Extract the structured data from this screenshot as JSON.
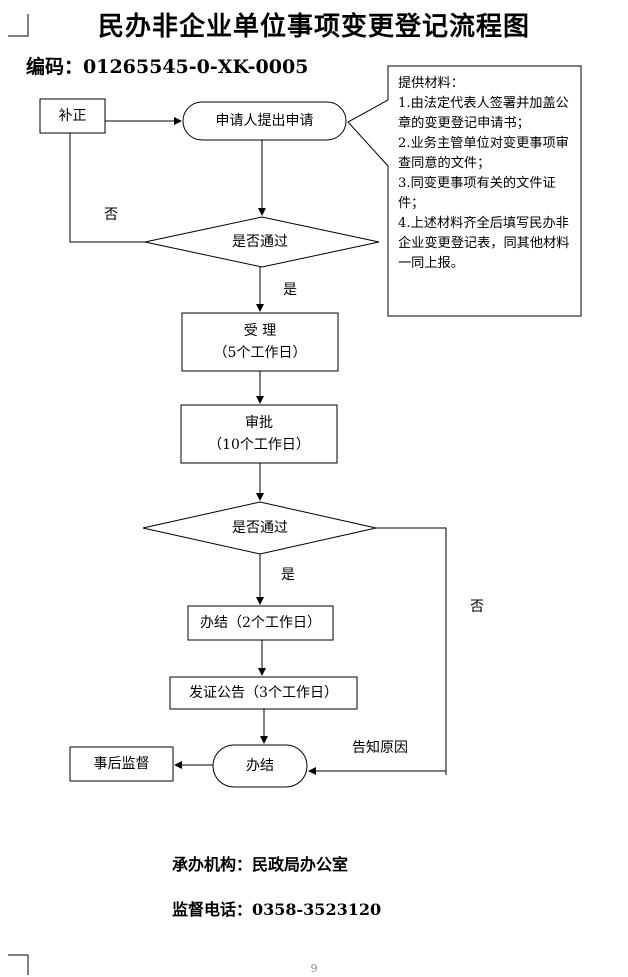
{
  "title": "民办非企业单位事项变更登记流程图",
  "code": "编码：01265545-0-XK-0005",
  "nodes": {
    "buzheng": "补正",
    "apply": "申请人提出申请",
    "check1": "是否通过",
    "accept": "受 理",
    "accept_days": "（5个工作日）",
    "approve": "审批",
    "approve_days": "（10个工作日）",
    "check2": "是否通过",
    "finish_days": "办结（2个工作日）",
    "notice": "发证公告（3个工作日）",
    "end": "办结",
    "supervise": "事后监督"
  },
  "edge_labels": {
    "no1": "否",
    "yes1": "是",
    "yes2": "是",
    "no2": "否",
    "notify": "告知原因"
  },
  "materials": [
    "提供材料：",
    "1.由法定代表人签署并加盖公章的变更登记申请书；",
    "2.业务主管单位对变更事项审查同意的文件；",
    "3.同变更事项有关的文件证件；",
    "4.上述材料齐全后填写民办非企业变更登记表，同其他材料一同上报。"
  ],
  "footer": {
    "org": "承办机构：民政局办公室",
    "phone": "监督电话：0358-3523120"
  },
  "page_number": "9"
}
